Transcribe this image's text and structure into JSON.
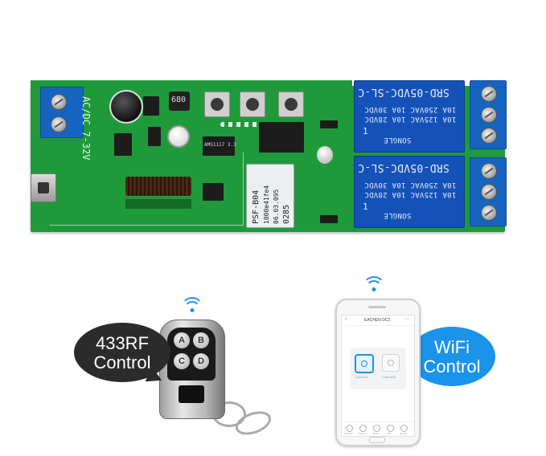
{
  "image": {
    "description_free": true
  },
  "pcb": {
    "silkscreen_voltage": "AC/DC 7-32V",
    "inductor_code": "680",
    "transistor_code": "AMS1117 3.3",
    "module_lines": [
      "PSF-B04",
      "1000e41fe4",
      "06.03.095",
      "0285"
    ],
    "relays": [
      {
        "line1": "10A 250VAC 10A 30VDC",
        "line2": "10A 125VAC 10A 28VDC",
        "model": "SRD-05VDC-SL-C",
        "brand": "SONGLE",
        "mark": "1"
      },
      {
        "line1": "10A 250VAC 10A 30VDC",
        "line2": "10A 125VAC 10A 28VDC",
        "model": "SRD-05VDC-SL-C",
        "brand": "SONGLE",
        "mark": "1"
      }
    ],
    "colors": {
      "board": "#1f9a3b",
      "terminal": "#1565c0",
      "relay": "#1452b8"
    }
  },
  "remote": {
    "buttons": [
      "A",
      "B",
      "C",
      "D"
    ]
  },
  "bubbles": {
    "rf_line1": "433RF",
    "rf_line2": "Control",
    "wifi_line1": "WiFi",
    "wifi_line2": "Control",
    "rf_color": "#2b2b2b",
    "wifi_color": "#1a93ea"
  },
  "phone": {
    "app_title": "EACHEN DC2",
    "tile1_label": "Channel1",
    "tile2_label": "Channel2",
    "tabs": [
      "Devices",
      "Scene",
      "Timer",
      "Me",
      "Room"
    ]
  }
}
